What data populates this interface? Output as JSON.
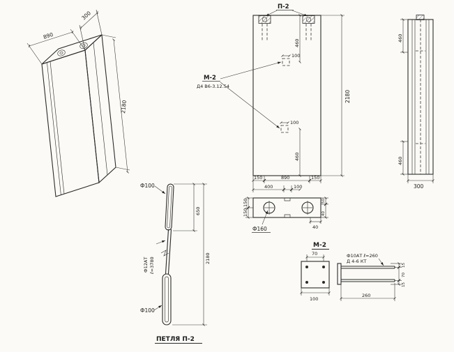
{
  "views": {
    "iso": {
      "dim_width": "890",
      "dim_depth": "300",
      "dim_height": "2180"
    },
    "front": {
      "title": "П-2",
      "mark": "М-2",
      "mark_note": "Д4 В6-3.12.54",
      "dim_upper_inset": "460",
      "dim_lower_inset": "460",
      "dim_plate_upper": "100",
      "dim_plate_lower": "100",
      "dim_total_height": "2180",
      "bottom_chain": [
        "150",
        "890",
        "150"
      ],
      "bottom_row2": [
        "400",
        "100"
      ]
    },
    "side": {
      "dim_upper": "460",
      "dim_lower": "460",
      "dim_width": "300"
    },
    "plan": {
      "left_chain": [
        "150",
        "150"
      ],
      "right_chain": [
        "50",
        "40"
      ],
      "dim_notch": "40",
      "hole_callout": "Ф160"
    },
    "loop": {
      "title": "ПЕТЛЯ П-2",
      "top_dia": "Ф100",
      "bottom_dia": "Ф100",
      "dim_top_segment": "650",
      "dim_total": "2180",
      "bar_mark": "Ф12АТ",
      "bar_length": "ℓ=3780"
    },
    "m2": {
      "title": "М-2",
      "dim_anchor_spacing": "70",
      "dim_plate_width": "100",
      "anchor_spec": "Ф10АТ ℓ=260",
      "weld_note": "Д 4-6 КТ",
      "dim_anchor_length": "260",
      "right_chain": [
        "15",
        "70",
        "15"
      ]
    }
  }
}
